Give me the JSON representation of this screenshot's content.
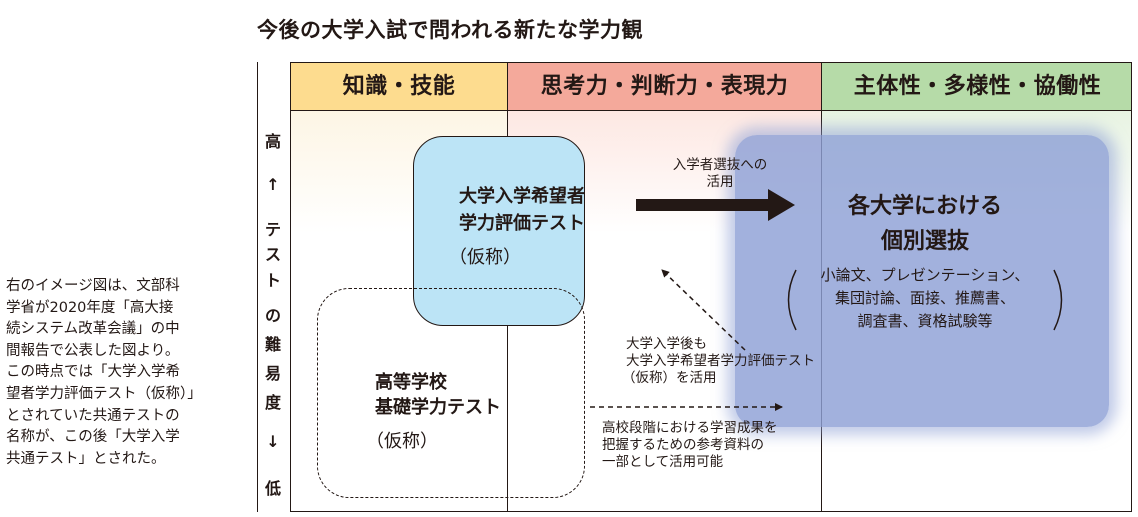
{
  "title": "今後の大学入試で問われる新たな学力観",
  "side_note": [
    "右のイメージ図は、文部科",
    "学省が2020年度「高大接",
    "続システム改革会議」の中",
    "間報告で公表した図より。",
    "この時点では「大学入学希",
    "望者学力評価テスト（仮称）」",
    "とされていた共通テストの",
    "名称が、この後「大学入学",
    "共通テスト」とされた。"
  ],
  "axis": {
    "high": "高",
    "arrow_up": "↑",
    "label_chars": [
      "テ",
      "ス",
      "ト",
      "の",
      "難",
      "易",
      "度"
    ],
    "arrow_down": "↓",
    "low": "低"
  },
  "columns": [
    "知識・技能",
    "思考力・判断力・表現力",
    "主体性・多様性・協働性"
  ],
  "university_test": {
    "line1": "大学入学希望者",
    "line2": "学力評価テスト",
    "line3": "（仮称）"
  },
  "highschool_test": {
    "line1": "高等学校",
    "line2": "基礎学力テスト",
    "line3": "（仮称）"
  },
  "individual_selection": {
    "line1": "各大学における",
    "line2": "個別選抜",
    "methods": [
      "小論文、プレゼンテーション、",
      "集団討論、面接、推薦書、",
      "調査書、資格試験等"
    ]
  },
  "arrow_labels": {
    "selection_use": [
      "入学者選抜への",
      "活用"
    ],
    "after_admission": [
      "大学入学後も",
      "大学入学希望者学力評価テスト",
      "（仮称）を活用"
    ],
    "reference": [
      "高校段階における学習成果を",
      "把握するための参考資料の",
      "一部として活用可能"
    ]
  },
  "colors": {
    "knowledge_header": "#fddc8f",
    "thinking_header": "#f4a99b",
    "independence_header": "#b6dba8",
    "test_box": "#bce4f6",
    "individual_region": "#8ea0d6"
  }
}
